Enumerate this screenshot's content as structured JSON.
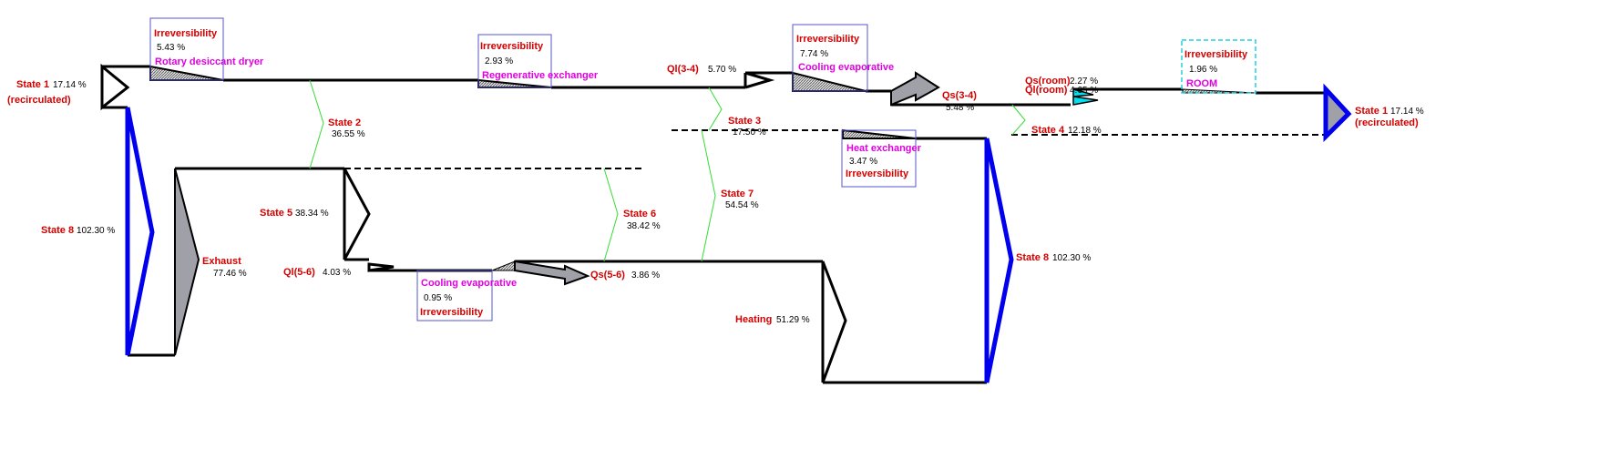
{
  "colors": {
    "label": "#d40000",
    "component": "#e000e0",
    "flow": "#000000",
    "air": "#33dd33",
    "recirculation": "#0000ee",
    "room": "#00d8e8",
    "loss": "#a0a0a8"
  },
  "states": {
    "s1_left": {
      "label": "State 1",
      "value": "17.14 %",
      "note": "(recirculated)"
    },
    "s1_right": {
      "label": "State 1",
      "value": "17.14 %",
      "note": "(recirculated)"
    },
    "s2": {
      "label": "State 2",
      "value": "36.55 %"
    },
    "s3": {
      "label": "State 3",
      "value": "17.50 %"
    },
    "s4": {
      "label": "State 4",
      "value": "12.18 %"
    },
    "s5": {
      "label": "State 5",
      "value": "38.34 %"
    },
    "s6": {
      "label": "State 6",
      "value": "38.42 %"
    },
    "s7": {
      "label": "State 7",
      "value": "54.54 %"
    },
    "s8_left": {
      "label": "State 8",
      "value": "102.30 %"
    },
    "s8_right": {
      "label": "State 8",
      "value": "102.30 %"
    }
  },
  "flows": {
    "exhaust": {
      "label": "Exhaust",
      "value": "77.46 %"
    },
    "heating": {
      "label": "Heating",
      "value": "51.29 %"
    },
    "ql34": {
      "label": "Ql(3-4)",
      "value": "5.70 %"
    },
    "qs34": {
      "label": "Qs(3-4)",
      "value": "5.48 %"
    },
    "ql56": {
      "label": "Ql(5-6)",
      "value": "4.03 %"
    },
    "qs56": {
      "label": "Qs(5-6)",
      "value": "3.86 %"
    },
    "qsroom": {
      "label": "Qs(room)",
      "value": "2.27 %"
    },
    "qlroom": {
      "label": "Ql(room)",
      "value": "4.65 %"
    }
  },
  "components": {
    "rotary": {
      "title": "Irreversibility",
      "value": "5.43 %",
      "name": "Rotary desiccant dryer"
    },
    "regen": {
      "title": "Irreversibility",
      "value": "2.93 %",
      "name": "Regenerative exchanger"
    },
    "cool_top": {
      "title": "Irreversibility",
      "value": "7.74 %",
      "name": "Cooling evaporative"
    },
    "heatx": {
      "title": "Irreversibility",
      "value": "3.47 %",
      "name": "Heat exchanger"
    },
    "cool_bottom": {
      "title": "Irreversibility",
      "value": "0.95 %",
      "name": "Cooling evaporative"
    },
    "room": {
      "title": "Irreversibility",
      "value": "1.96 %",
      "name": "ROOM"
    }
  }
}
